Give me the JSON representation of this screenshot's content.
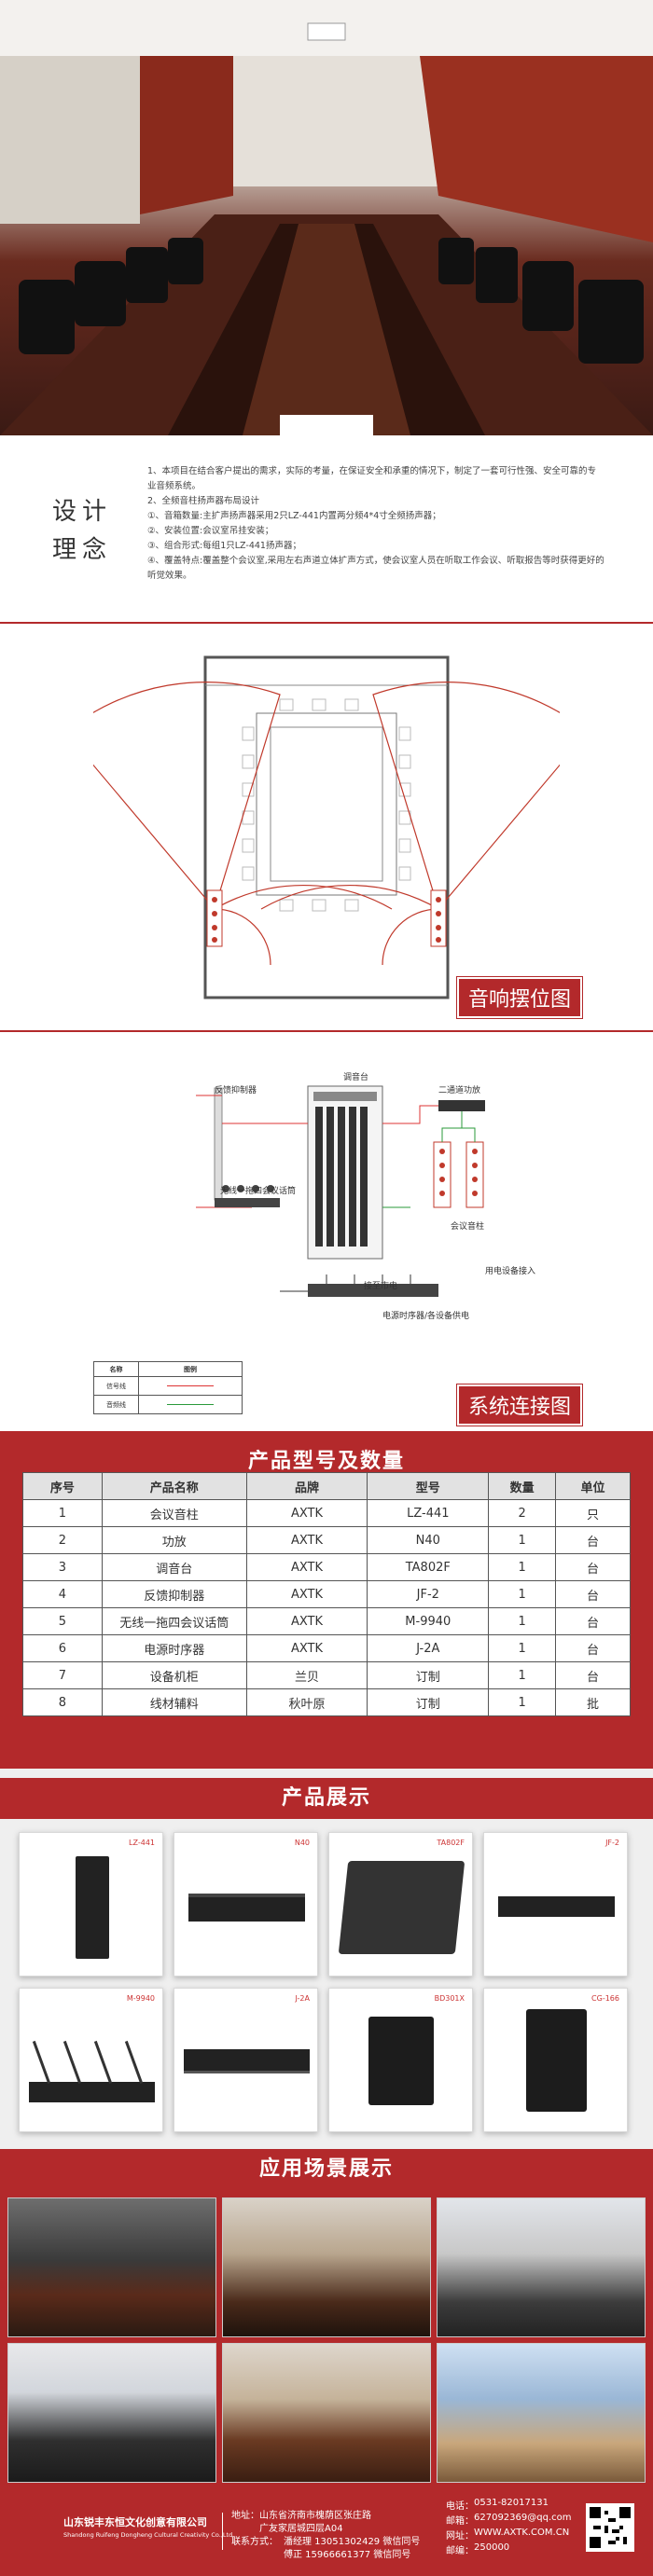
{
  "design": {
    "title_line1": "设计",
    "title_line2": "理念",
    "paragraphs": [
      "1、本项目在结合客户提出的需求，实际的考量，在保证安全和承重的情况下，制定了一套可行性强、安全可靠的专业音频系统。",
      "2、全频音柱扬声器布局设计",
      "①、音箱数量:主扩声扬声器采用2只LZ-441内置两分频4*4寸全频扬声器；",
      "②、安装位置:会议室吊挂安装；",
      "③、组合形式:每组1只LZ-441扬声器；",
      "④、覆盖特点:覆盖整个会议室,采用左右声道立体扩声方式，使会议室人员在听取工作会议、听取报告等时获得更好的听觉效果。"
    ]
  },
  "speaker_layout": {
    "label": "音响摆位图"
  },
  "connection": {
    "label": "系统连接图",
    "mixer_label": "调音台",
    "feedback_label": "反馈抑制器",
    "wireless_label": "无线一拖四会议话筒",
    "amp_label": "二通道功放",
    "speaker_label": "会议音柱",
    "power_in_label": "用电设备接入",
    "sequencer_label": "电源时序器/各设备供电",
    "plug_label": "接至市电",
    "legend_header": [
      "名称",
      "图例"
    ],
    "legend_rows": [
      "信号线",
      "音频线"
    ],
    "colors": {
      "signal": "#d33",
      "audio": "#2a9a3a"
    }
  },
  "products_table": {
    "title": "产品型号及数量",
    "headers": [
      "序号",
      "产品名称",
      "品牌",
      "型号",
      "数量",
      "单位"
    ],
    "rows": [
      [
        "1",
        "会议音柱",
        "AXTK",
        "LZ-441",
        "2",
        "只"
      ],
      [
        "2",
        "功放",
        "AXTK",
        "N40",
        "1",
        "台"
      ],
      [
        "3",
        "调音台",
        "AXTK",
        "TA802F",
        "1",
        "台"
      ],
      [
        "4",
        "反馈抑制器",
        "AXTK",
        "JF-2",
        "1",
        "台"
      ],
      [
        "5",
        "无线一拖四会议话筒",
        "AXTK",
        "M-9940",
        "1",
        "台"
      ],
      [
        "6",
        "电源时序器",
        "AXTK",
        "J-2A",
        "1",
        "台"
      ],
      [
        "7",
        "设备机柜",
        "兰贝",
        "订制",
        "1",
        "台"
      ],
      [
        "8",
        "线材辅料",
        "秋叶原",
        "订制",
        "1",
        "批"
      ]
    ]
  },
  "showcase": {
    "title": "产品展示",
    "items": [
      "LZ-441",
      "N40",
      "TA802F",
      "JF-2",
      "M-9940",
      "J-2A",
      "BD301X",
      "CG-166"
    ]
  },
  "scenes": {
    "title": "应用场景展示"
  },
  "footer": {
    "company_cn": "山东锐丰东恒文化创意有限公司",
    "company_en": "Shandong Ruifeng Dongheng Cultural Creativity Co.,Ltd.",
    "address_label": "地址：",
    "address_lines": [
      "山东省济南市槐荫区张庄路",
      "广友家居城四层A04"
    ],
    "contact_label": "联系方式：",
    "contact_lines": [
      "潘经理 13051302429 微信同号",
      "傅正 15966661377 微信同号"
    ],
    "phone_label": "电话：",
    "phone": "0531-82017131",
    "email_label": "邮箱：",
    "email": "627092369@qq.com",
    "web_label": "网址：",
    "web": "WWW.AXTK.COM.CN",
    "zip_label": "邮编：",
    "zip": "250000"
  }
}
